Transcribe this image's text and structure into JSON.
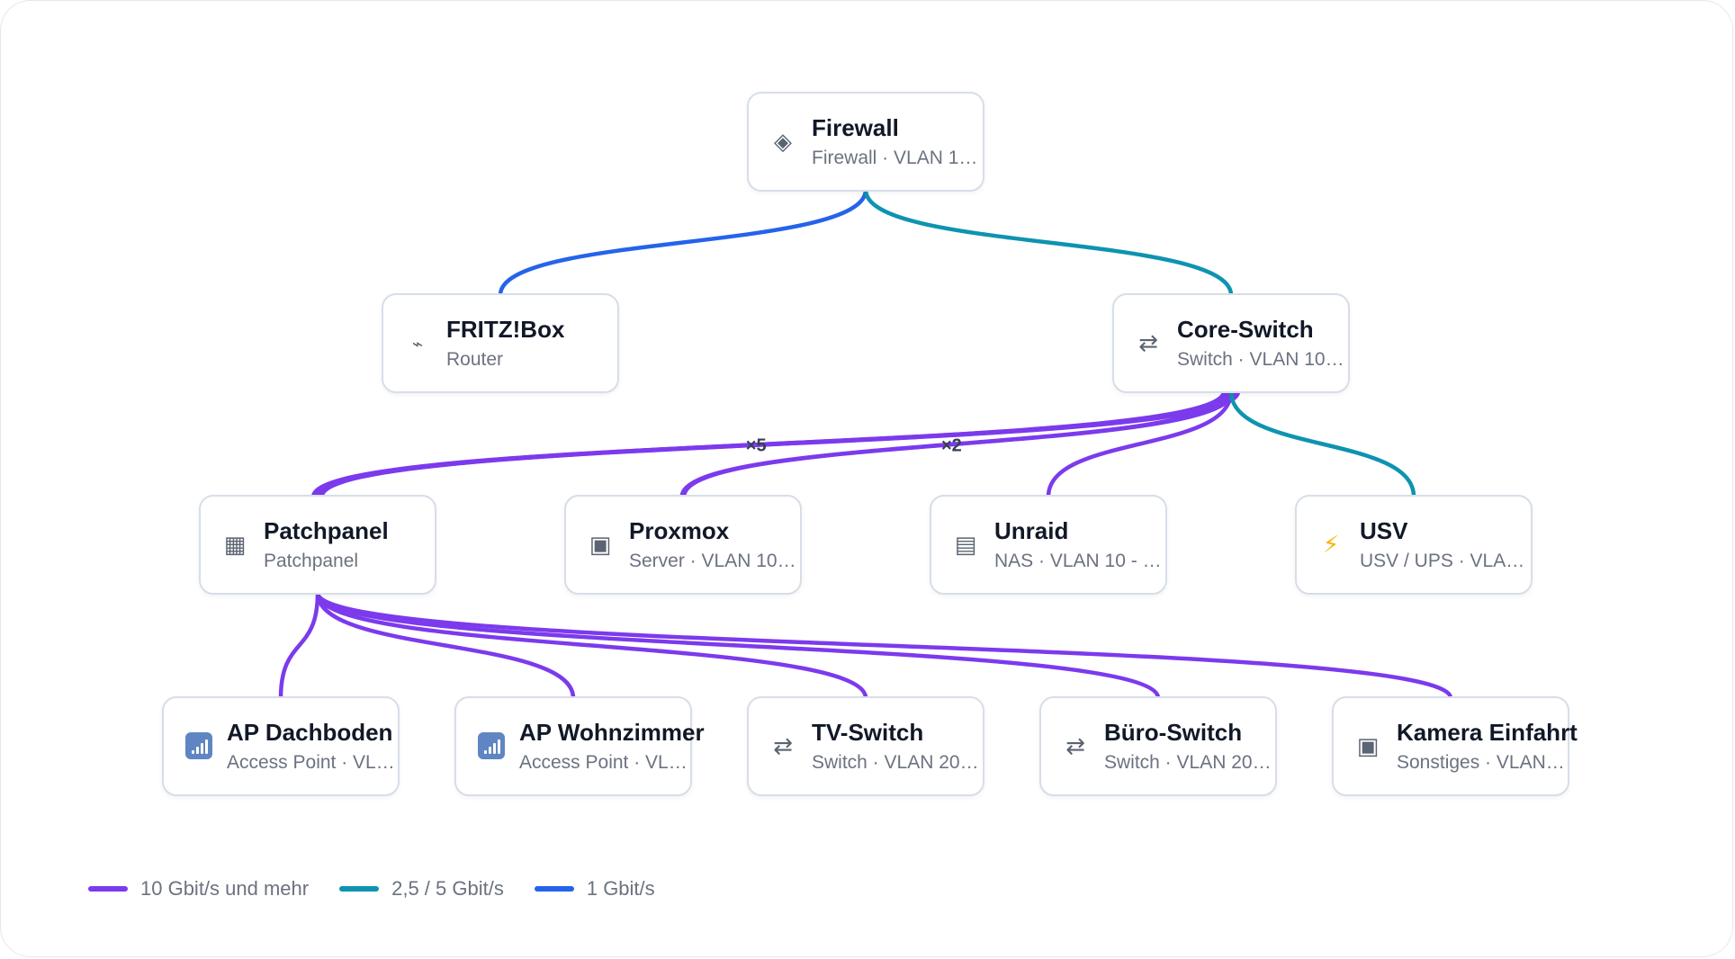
{
  "nodes": [
    {
      "id": "firewall",
      "title": "Firewall",
      "subtitle": "Firewall · VLAN 10 ...",
      "icon": "diamond-icon"
    },
    {
      "id": "fritzbox",
      "title": "FRITZ!Box",
      "subtitle": "Router",
      "icon": "router-icon"
    },
    {
      "id": "core",
      "title": "Core-Switch",
      "subtitle": "Switch · VLAN 10 - ...",
      "icon": "switch-arrows-icon"
    },
    {
      "id": "patchpanel",
      "title": "Patchpanel",
      "subtitle": "Patchpanel",
      "icon": "patchpanel-grid-icon"
    },
    {
      "id": "proxmox",
      "title": "Proxmox",
      "subtitle": "Server · VLAN 10 - ...",
      "icon": "server-icon"
    },
    {
      "id": "unraid",
      "title": "Unraid",
      "subtitle": "NAS · VLAN 10 - Ser...",
      "icon": "nas-icon"
    },
    {
      "id": "usv",
      "title": "USV",
      "subtitle": "USV / UPS · VLAN 10...",
      "icon": "lightning-icon"
    },
    {
      "id": "ap1",
      "title": "AP Dachboden",
      "subtitle": "Access Point · VLAN...",
      "icon": "access-point-icon"
    },
    {
      "id": "ap2",
      "title": "AP Wohnzimmer",
      "subtitle": "Access Point · VLAN...",
      "icon": "access-point-icon"
    },
    {
      "id": "tvsw",
      "title": "TV-Switch",
      "subtitle": "Switch · VLAN 20 - ...",
      "icon": "switch-arrows-icon"
    },
    {
      "id": "buero",
      "title": "Büro-Switch",
      "subtitle": "Switch · VLAN 20 - ...",
      "icon": "switch-arrows-icon"
    },
    {
      "id": "kamera",
      "title": "Kamera Einfahrt",
      "subtitle": "Sonstiges · VLAN 40...",
      "icon": "device-icon"
    }
  ],
  "links": [
    {
      "from": "firewall",
      "to": "fritzbox",
      "speed": "1g"
    },
    {
      "from": "firewall",
      "to": "core",
      "speed": "2.5g"
    },
    {
      "from": "core",
      "to": "patchpanel",
      "speed": "10g",
      "count": 5,
      "label": "×5"
    },
    {
      "from": "core",
      "to": "proxmox",
      "speed": "10g",
      "count": 2,
      "label": "×2"
    },
    {
      "from": "core",
      "to": "unraid",
      "speed": "10g",
      "count": 1
    },
    {
      "from": "core",
      "to": "usv",
      "speed": "2.5g",
      "count": 1
    },
    {
      "from": "patchpanel",
      "to": "ap1",
      "speed": "10g"
    },
    {
      "from": "patchpanel",
      "to": "ap2",
      "speed": "10g"
    },
    {
      "from": "patchpanel",
      "to": "tvsw",
      "speed": "10g"
    },
    {
      "from": "patchpanel",
      "to": "buero",
      "speed": "10g"
    },
    {
      "from": "patchpanel",
      "to": "kamera",
      "speed": "10g"
    }
  ],
  "legend": [
    {
      "key": "10g",
      "label": "10 Gbit/s und mehr",
      "color": "#7c3aed"
    },
    {
      "key": "2.5g",
      "label": "2,5 / 5 Gbit/s",
      "color": "#0e93b0"
    },
    {
      "key": "1g",
      "label": "1 Gbit/s",
      "color": "#2563eb"
    }
  ],
  "colors": {
    "speed_10g": "#7c3aed",
    "speed_2_5g": "#0e93b0",
    "speed_1g": "#2563eb",
    "node_border": "#d7dee8"
  }
}
